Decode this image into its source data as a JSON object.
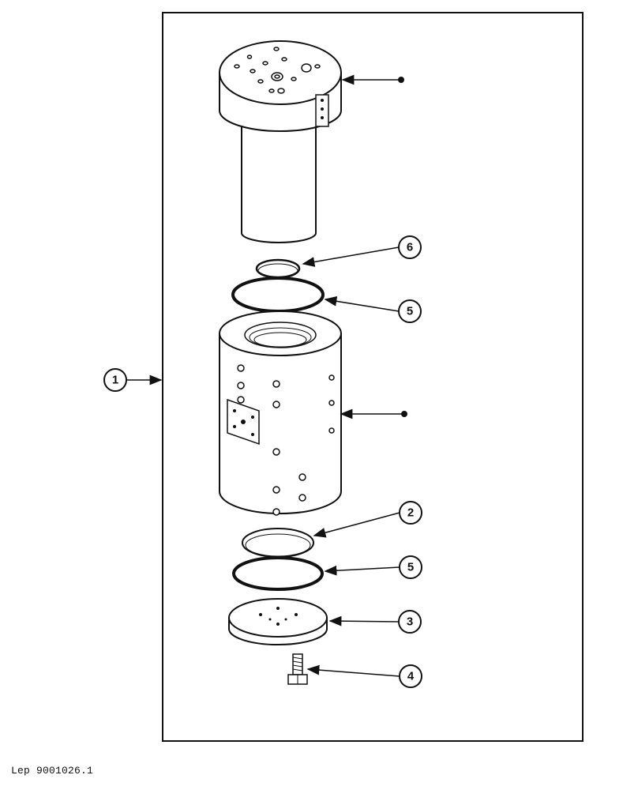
{
  "callouts": [
    {
      "id": "callout-1",
      "label": "1"
    },
    {
      "id": "callout-2",
      "label": "2"
    },
    {
      "id": "callout-3",
      "label": "3"
    },
    {
      "id": "callout-4",
      "label": "4"
    },
    {
      "id": "callout-5a",
      "label": "5"
    },
    {
      "id": "callout-5b",
      "label": "5"
    },
    {
      "id": "callout-6",
      "label": "6"
    }
  ],
  "caption": "Lep 9001026.1",
  "colors": {
    "ink": "#111111",
    "paper": "#ffffff"
  }
}
